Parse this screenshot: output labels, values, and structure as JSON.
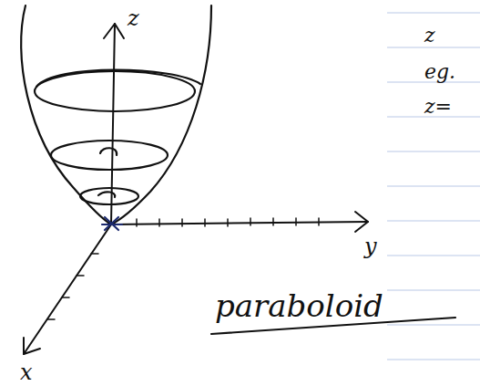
{
  "diagram": {
    "labels": [
      "z",
      "y",
      "x",
      "paraboloid",
      "z",
      "eg.",
      "z="
    ]
  }
}
